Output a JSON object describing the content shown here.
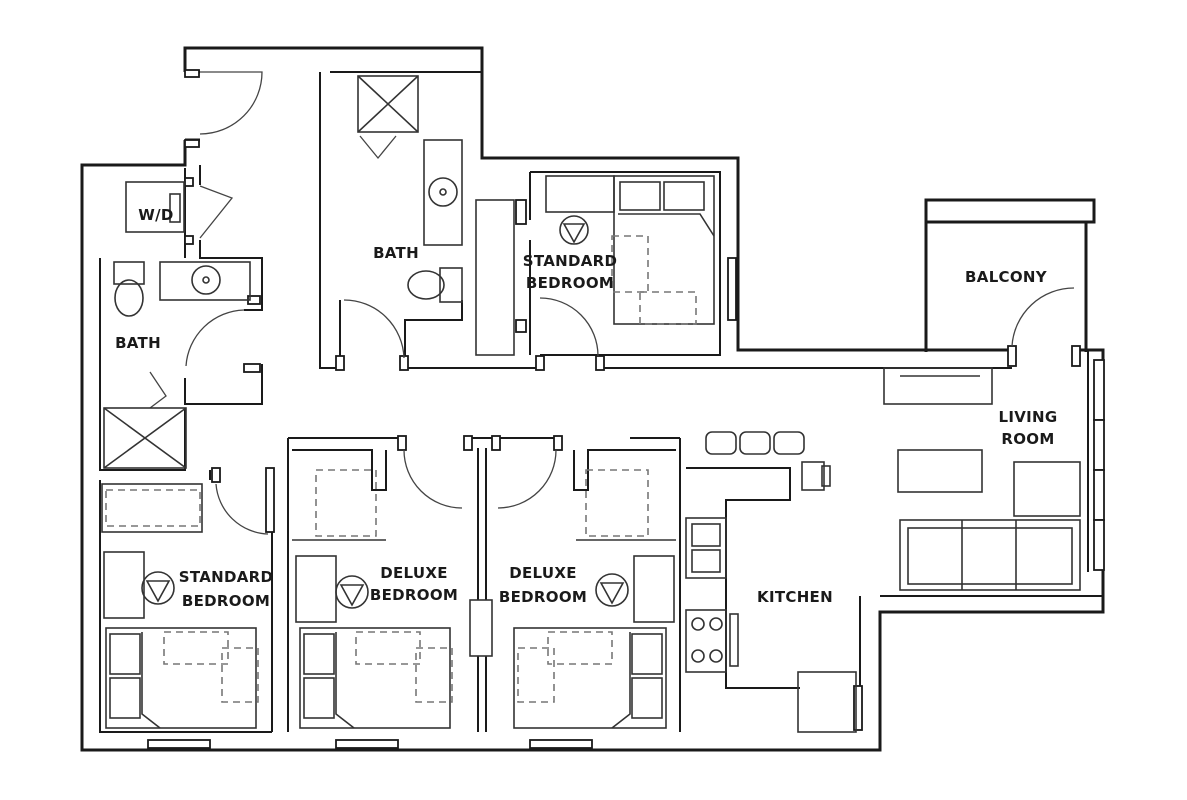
{
  "floor_plan": {
    "rooms": {
      "wd": "W/D",
      "bath_left": "BATH",
      "bath_center": "BATH",
      "standard_bedroom_top": [
        "STANDARD",
        "BEDROOM"
      ],
      "balcony": "BALCONY",
      "living_room": [
        "LIVING",
        "ROOM"
      ],
      "standard_bedroom_left": [
        "STANDARD",
        "BEDROOM"
      ],
      "deluxe_bedroom_1": [
        "DELUXE",
        "BEDROOM"
      ],
      "deluxe_bedroom_2": [
        "DELUXE",
        "BEDROOM"
      ],
      "kitchen": "KITCHEN"
    }
  }
}
